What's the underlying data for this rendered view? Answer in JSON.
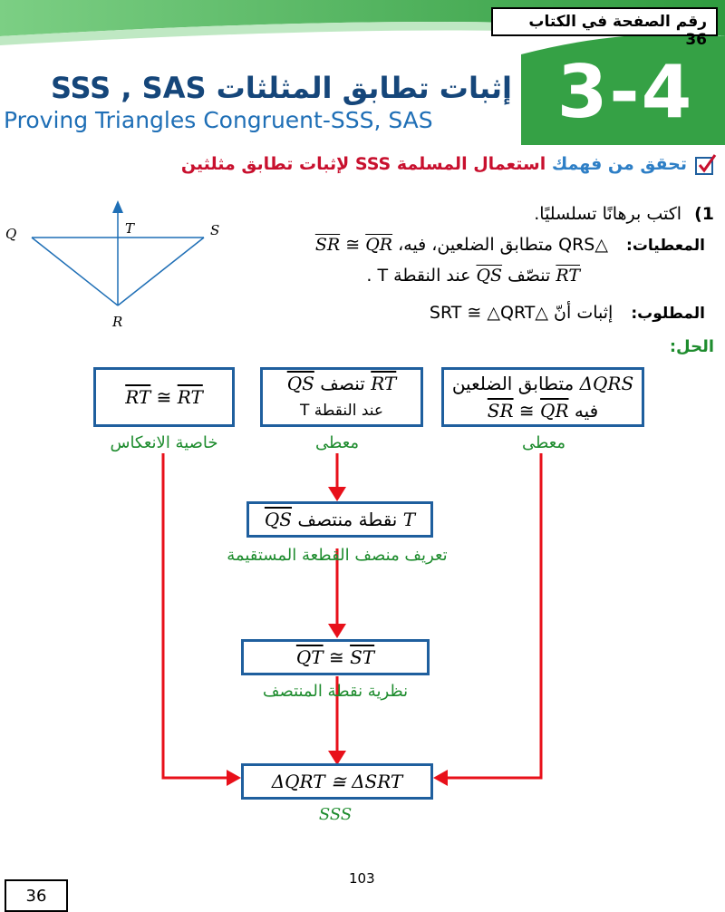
{
  "header": {
    "page_ref": "رقم الصفحة في الكتاب 36",
    "lesson_number": "3-4",
    "title_ar": "إثبات تطابق المثلثات SSS , SAS",
    "title_en": "Proving Triangles Congruent-SSS, SAS"
  },
  "check": {
    "label": "تحقق من فهمك",
    "heading": "استعمال المسلمة SSS لإثبات تطابق مثلثين"
  },
  "figure": {
    "Q": "Q",
    "T": "T",
    "S": "S",
    "R": "R"
  },
  "problem": {
    "number": "1)",
    "instruction": "اكتب برهانًا تسلسليًا.",
    "given_label": "المعطيات:",
    "given_1_a": "△QRS متطابق الضلعين، فيه،",
    "given_1_b": "QR",
    "given_1_c": "≅",
    "given_1_d": "SR",
    "given_2_a": "RT",
    "given_2_b": "تنصّف",
    "given_2_c": "QS",
    "given_2_d": "عند النقطة T .",
    "prove_label": "المطلوب:",
    "prove_text": "إثبات أنّ △SRT ≅ △QRT"
  },
  "solution_label": "الحل:",
  "flow": {
    "box1_line1_a": "ΔQRS",
    "box1_line1_b": "متطابق الضلعين",
    "box1_line2_a": "فيه",
    "box1_line2_b": "QR",
    "box1_line2_c": "≅",
    "box1_line2_d": "SR",
    "reason1": "معطى",
    "box2_line1_a": "RT",
    "box2_line1_b": "تنصف",
    "box2_line1_c": "QS",
    "box2_line2": "عند النقطة T",
    "reason2": "معطى",
    "box3_a": "RT",
    "box3_b": "≅",
    "box3_c": "RT",
    "reason3": "خاصية الانعكاس",
    "box4_a": "T",
    "box4_b": "نقطة منتصف",
    "box4_c": "QS",
    "reason4": "تعريف منصف القطعة المستقيمة",
    "box5_a": "QT",
    "box5_b": "≅",
    "box5_c": "ST",
    "reason5": "نظرية نقطة المنتصف",
    "box6": "ΔQRT ≅ ΔSRT",
    "reason6": "SSS"
  },
  "footer": {
    "page_number": "103",
    "box_number": "36"
  },
  "colors": {
    "header_green": "#3aa64a",
    "title_blue": "#15467a",
    "box_border": "#1f5f9e",
    "arrow_red": "#e8101a",
    "reason_green": "#1e8c2e"
  }
}
